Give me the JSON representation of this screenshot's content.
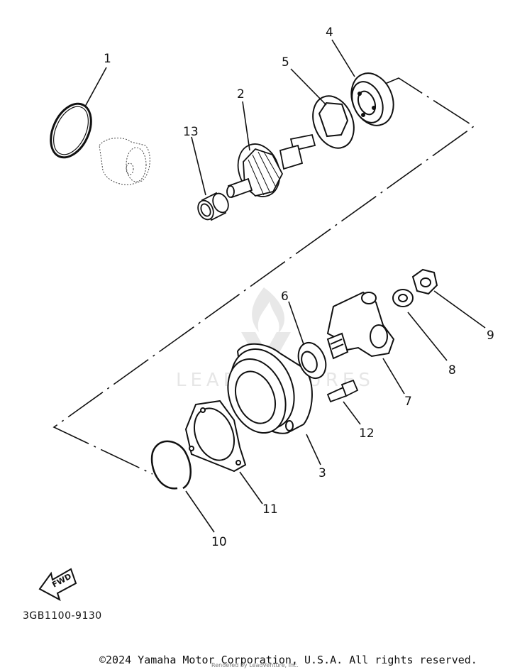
{
  "diagram": {
    "parts": [
      {
        "id": "p1",
        "callout": "1"
      },
      {
        "id": "p2",
        "callout": "2"
      },
      {
        "id": "p3",
        "callout": "3"
      },
      {
        "id": "p4",
        "callout": "4"
      },
      {
        "id": "p5",
        "callout": "5"
      },
      {
        "id": "p6",
        "callout": "6"
      },
      {
        "id": "p7",
        "callout": "7"
      },
      {
        "id": "p8",
        "callout": "8"
      },
      {
        "id": "p9",
        "callout": "9"
      },
      {
        "id": "p10",
        "callout": "10"
      },
      {
        "id": "p11",
        "callout": "11"
      },
      {
        "id": "p12",
        "callout": "12"
      },
      {
        "id": "p13",
        "callout": "13"
      }
    ],
    "direction_label": "FWD",
    "drawing_code": "3GB1100-9130"
  },
  "watermark": {
    "text": "LEADVENTURES"
  },
  "footer": {
    "copyright": "©2024 Yamaha Motor Corporation, U.S.A. All rights reserved.",
    "rendered_by": "Rendered by LeadVenture, Inc."
  }
}
